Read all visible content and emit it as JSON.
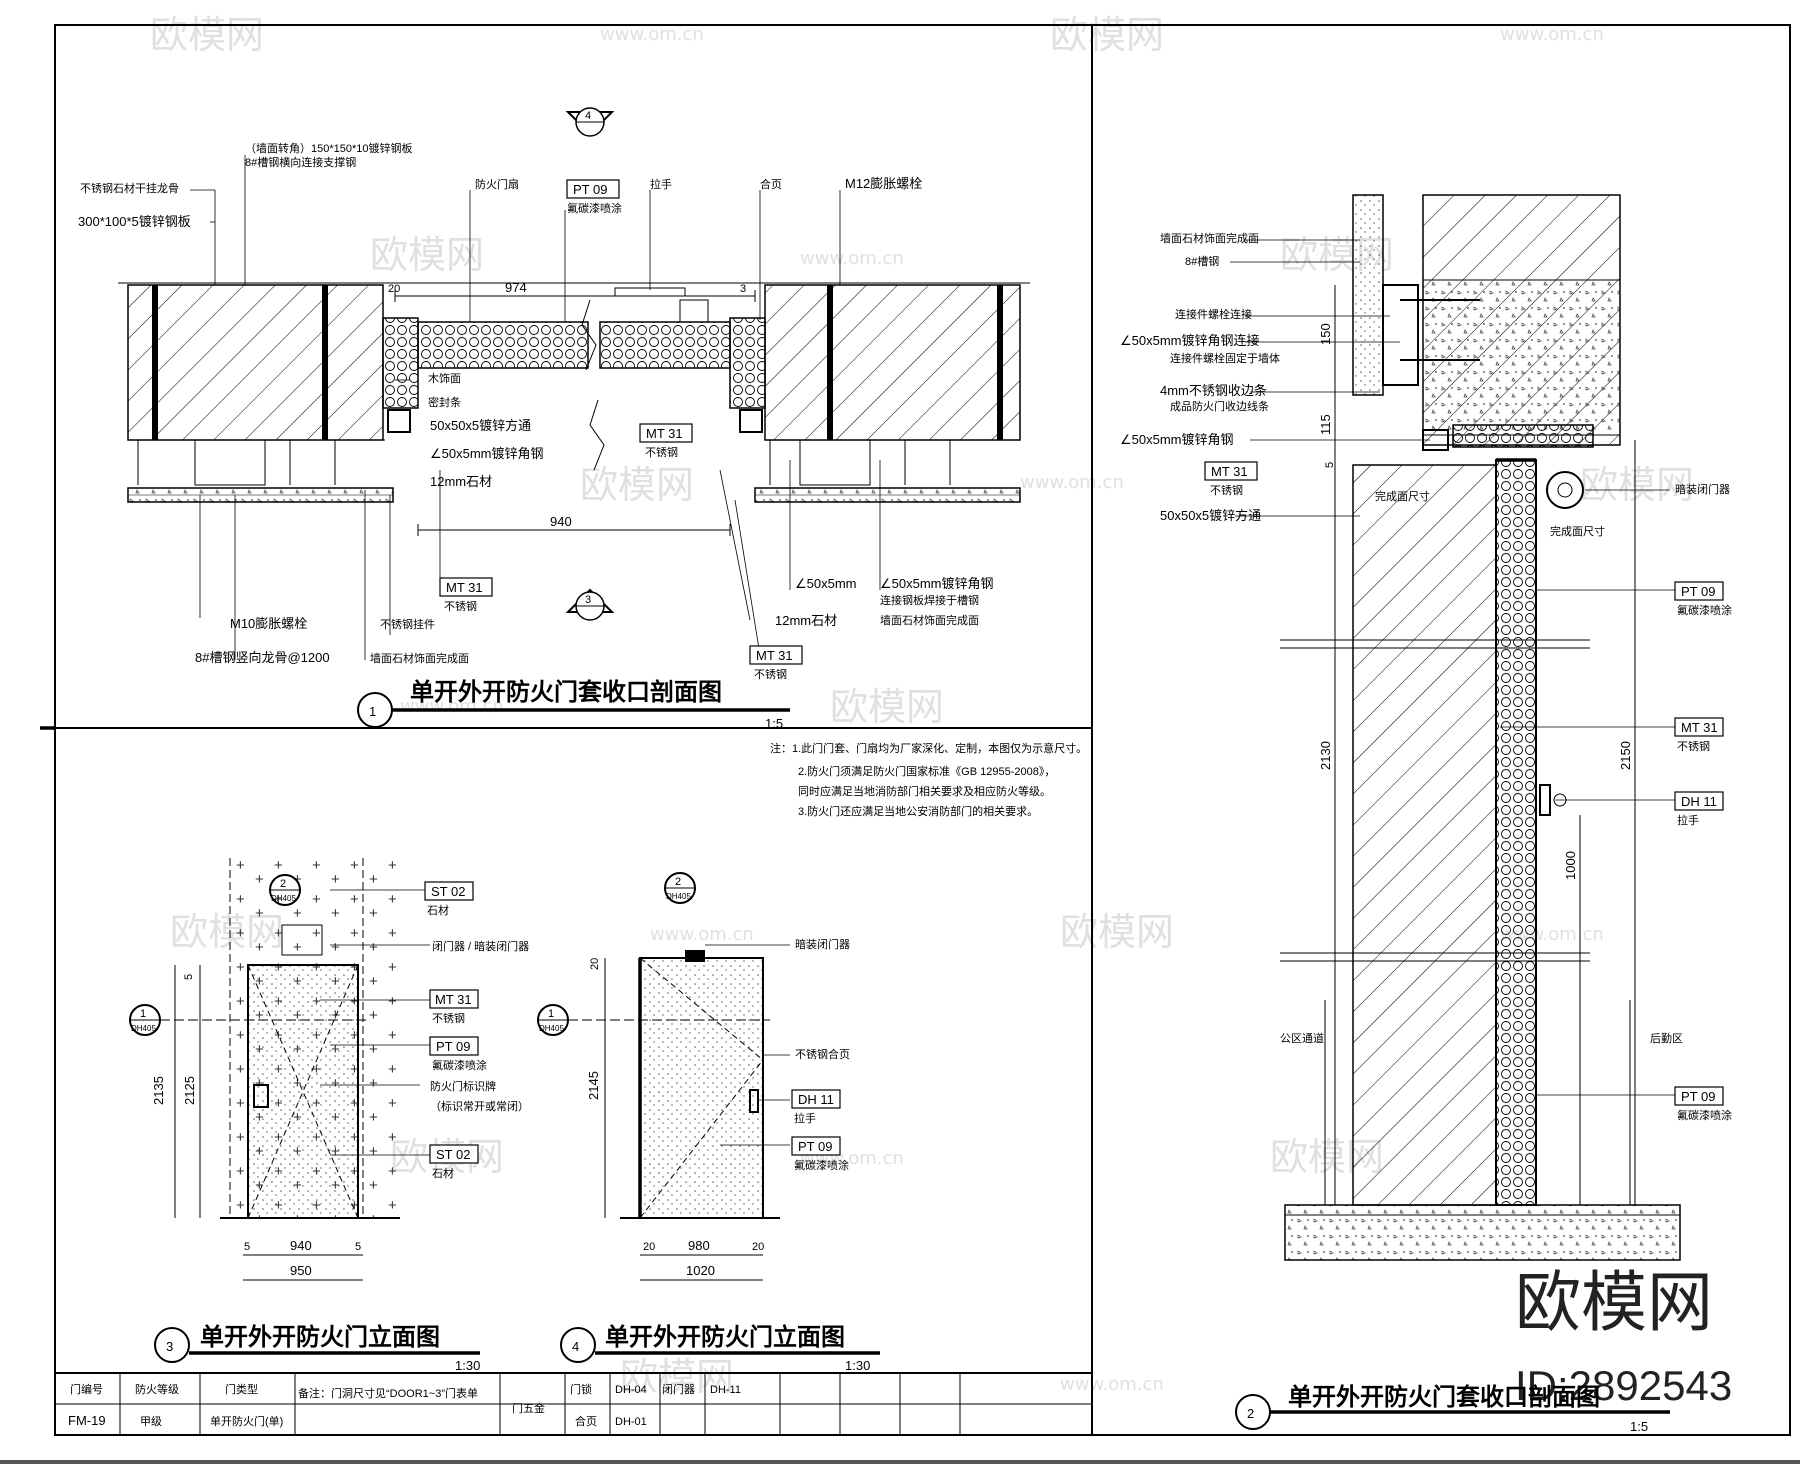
{
  "watermark": {
    "brand": "欧模网",
    "url": "www.om.cn",
    "id_text": "ID:2892543"
  },
  "section1": {
    "title": "单开外开防火门套收口剖面图",
    "number": "1",
    "scale": "1:5",
    "top_marker": "4",
    "bottom_marker": "3",
    "labels": {
      "l_stone_ref": "不锈钢石材干挂龙骨",
      "l_bracket": "（墙面转角）150*150*10镀锌钢板",
      "l_bracket2": "8#槽钢横向连接支撑钢",
      "l_angle": "300*100*5镀锌钢板",
      "l_fire_door": "防火门扇",
      "l_handle": "拉手",
      "l_hinge": "合页",
      "l_m12": "M12膨胀螺栓",
      "l_plate": "木饰面",
      "l_seal": "密封条",
      "l_sq_tube": "50x50x5镀锌方通",
      "l_angle_5": "∠50x5mm镀锌角钢",
      "l_12mm": "12mm石材",
      "l_m10": "M10膨胀螺栓",
      "l_8ch": "8#槽钢竖向龙骨@1200",
      "l_ss_part": "不锈钢挂件",
      "l_stone_face": "墙面石材饰面完成面",
      "l_angle_r": "∠50x5mm",
      "l_angle_r2": "∠50x5mm镀锌角钢",
      "l_angle_r3": "连接钢板焊接于槽钢",
      "l_angle_r4": "墙面石材饰面完成面",
      "l_12mm_r": "12mm石材",
      "l_ss": "不锈钢"
    },
    "dims": {
      "d974": "974",
      "d940": "940",
      "d20": "20",
      "d3": "3"
    }
  },
  "tags": {
    "pt09": "PT 09",
    "mt31": "MT 31",
    "st02": "ST 02",
    "dh11": "DH 11",
    "pt09_sub": "氟碳漆喷涂",
    "mt31_sub": "不锈钢",
    "st02_sub": "石材",
    "dh11_sub": "拉手"
  },
  "notes": [
    "注：1.此门门套、门扇均为厂家深化、定制，本图仅为示意尺寸。",
    "2.防火门须满足防火门国家标准《GB 12955-2008》，",
    "同时应满足当地消防部门相关要求及相应防火等级。",
    "3.防火门还应满足当地公安消防部门的相关要求。"
  ],
  "elev3": {
    "title": "单开外开防火门立面图",
    "number": "3",
    "scale": "1:30",
    "ref_top": "2",
    "ref_side": "1",
    "ref_code": "DH405",
    "dims": {
      "h2135": "2135",
      "h2125": "2125",
      "h5": "5",
      "w940": "940",
      "w950": "950",
      "w5a": "5",
      "w5b": "5"
    },
    "labels": {
      "sign": "防火门标识牌",
      "sign2": "（标识常开或常闭）",
      "closer": "闭门器 / 暗装闭门器"
    }
  },
  "elev4": {
    "title": "单开外开防火门立面图",
    "number": "4",
    "scale": "1:30",
    "ref_top": "2",
    "ref_side": "1",
    "ref_code": "DH405",
    "dims": {
      "h2145": "2145",
      "h20": "20",
      "w980": "980",
      "w1020": "1020",
      "w20a": "20",
      "w20b": "20"
    },
    "labels": {
      "closer": "暗装闭门器",
      "hinge": "不锈钢合页"
    }
  },
  "section2": {
    "title": "单开外开防火门套收口剖面图",
    "number": "2",
    "scale": "1:5",
    "dims": {
      "h150": "150",
      "h115": "115",
      "h5": "5",
      "h2130": "2130",
      "h2150": "2150",
      "h1000": "1000"
    },
    "labels": {
      "a": "墙面石材饰面完成面",
      "b": "8#槽钢",
      "c": "连接件螺栓连接",
      "d": "∠50x5mm镀锌角钢连接",
      "e": "连接件螺栓固定于墙体",
      "f": "4mm不锈钢收边条",
      "g": "成品防火门收边线条",
      "h": "∠50x5mm镀锌角钢",
      "i": "50x50x5镀锌方通",
      "j": "完成面尺寸",
      "k": "暗装闭门器",
      "l": "完成面尺寸",
      "m": "公区通道",
      "n": "后勤区"
    }
  },
  "titleblock": {
    "r1": [
      "门编号",
      "防火等级",
      "门类型",
      "备注：门洞尺寸见“DOOR1~3”门表单",
      "门五金",
      "门锁",
      "DH-04",
      "闭门器",
      "DH-11"
    ],
    "r2": [
      "FM-19",
      "甲级",
      "单开防火门(单)",
      "合页",
      "DH-01"
    ]
  }
}
